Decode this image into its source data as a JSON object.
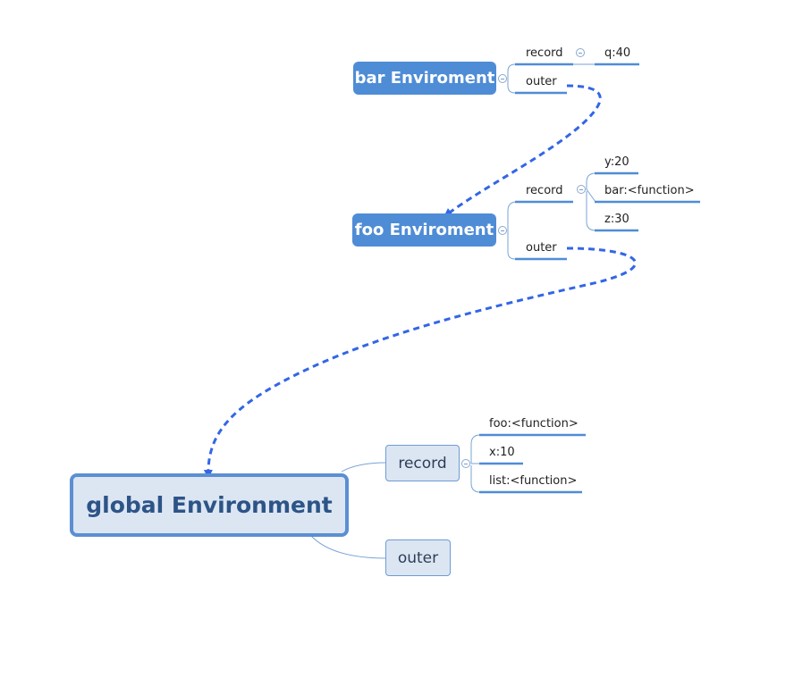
{
  "bar_env": {
    "title": "bar Enviroment",
    "record_label": "record",
    "outer_label": "outer",
    "record_items": [
      "q:40"
    ]
  },
  "foo_env": {
    "title": "foo Enviroment",
    "record_label": "record",
    "outer_label": "outer",
    "record_items": [
      "y:20",
      "bar:<function>",
      "z:30"
    ]
  },
  "global_env": {
    "title": "global Environment",
    "record_label": "record",
    "outer_label": "outer",
    "record_items": [
      "foo:<function>",
      "x:10",
      "list:<function>"
    ]
  },
  "colors": {
    "node_fill": "#4f8cd6",
    "underline": "#4f8cd6",
    "dashed_arrow": "#3366e6",
    "global_fill": "#dce6f3",
    "global_border": "#5b8fd2"
  }
}
